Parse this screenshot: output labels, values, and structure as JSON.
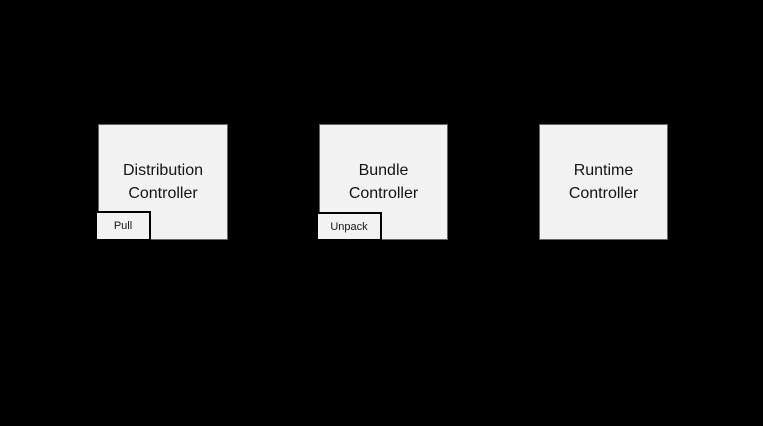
{
  "canvas": {
    "background_color": "#000000"
  },
  "diagram": {
    "controllers": [
      {
        "label": "Distribution Controller",
        "badge": "Pull"
      },
      {
        "label": "Bundle Controller",
        "badge": "Unpack"
      },
      {
        "label": "Runtime Controller",
        "badge": ""
      }
    ],
    "colors": {
      "box_fill": "#f2f2f2",
      "box_border": "#666666",
      "badge_border": "#000000",
      "label_text": "#141414"
    }
  }
}
